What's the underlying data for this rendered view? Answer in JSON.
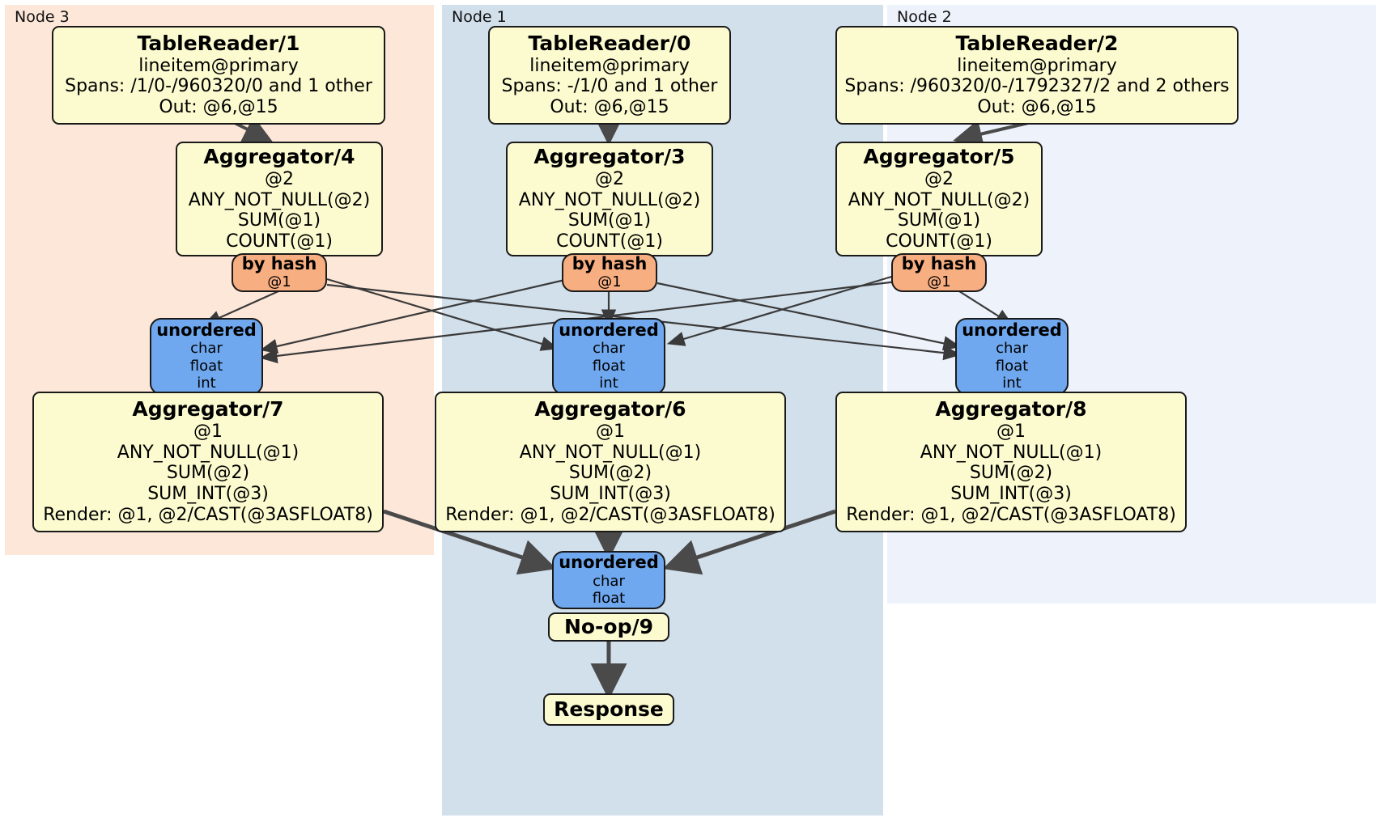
{
  "diagram": {
    "title": "Distributed SQL query physical plan",
    "colors": {
      "node3_bg": "#FDE7D9",
      "node1_bg": "#D2E0EC",
      "node2_bg": "#EDF2FB",
      "processor_fill": "#FCFBD0",
      "processor_stroke": "#1a1a1a",
      "hash_router_fill": "#F7AE81",
      "sync_router_fill": "#6FA8EF",
      "edge_stroke": "#4a4a4a"
    }
  },
  "clusters": [
    {
      "id": "node3",
      "label": "Node 3"
    },
    {
      "id": "node1",
      "label": "Node 1"
    },
    {
      "id": "node2",
      "label": "Node 2"
    }
  ],
  "processors": {
    "tablereader1": {
      "title": "TableReader/1",
      "lines": [
        "lineitem@primary",
        "Spans: /1/0-/960320/0 and 1 other",
        "Out: @6,@15"
      ]
    },
    "tablereader0": {
      "title": "TableReader/0",
      "lines": [
        "lineitem@primary",
        "Spans: -/1/0 and 1 other",
        "Out: @6,@15"
      ]
    },
    "tablereader2": {
      "title": "TableReader/2",
      "lines": [
        "lineitem@primary",
        "Spans: /960320/0-/1792327/2 and 2 others",
        "Out: @6,@15"
      ]
    },
    "aggregator4": {
      "title": "Aggregator/4",
      "lines": [
        "@2",
        "ANY_NOT_NULL(@2)",
        "SUM(@1)",
        "COUNT(@1)"
      ]
    },
    "aggregator3": {
      "title": "Aggregator/3",
      "lines": [
        "@2",
        "ANY_NOT_NULL(@2)",
        "SUM(@1)",
        "COUNT(@1)"
      ]
    },
    "aggregator5": {
      "title": "Aggregator/5",
      "lines": [
        "@2",
        "ANY_NOT_NULL(@2)",
        "SUM(@1)",
        "COUNT(@1)"
      ]
    },
    "aggregator7": {
      "title": "Aggregator/7",
      "lines": [
        "@1",
        "ANY_NOT_NULL(@1)",
        "SUM(@2)",
        "SUM_INT(@3)",
        "Render: @1, @2/CAST(@3ASFLOAT8)"
      ]
    },
    "aggregator6": {
      "title": "Aggregator/6",
      "lines": [
        "@1",
        "ANY_NOT_NULL(@1)",
        "SUM(@2)",
        "SUM_INT(@3)",
        "Render: @1, @2/CAST(@3ASFLOAT8)"
      ]
    },
    "aggregator8": {
      "title": "Aggregator/8",
      "lines": [
        "@1",
        "ANY_NOT_NULL(@1)",
        "SUM(@2)",
        "SUM_INT(@3)",
        "Render: @1, @2/CAST(@3ASFLOAT8)"
      ]
    },
    "noop9": {
      "title": "No-op/9",
      "lines": []
    },
    "response": {
      "title": "Response",
      "lines": []
    }
  },
  "routers": {
    "hash_left": {
      "title": "by hash",
      "lines": [
        "@1"
      ]
    },
    "hash_mid": {
      "title": "by hash",
      "lines": [
        "@1"
      ]
    },
    "hash_right": {
      "title": "by hash",
      "lines": [
        "@1"
      ]
    },
    "sync_left": {
      "title": "unordered",
      "lines": [
        "char",
        "float",
        "int"
      ]
    },
    "sync_mid": {
      "title": "unordered",
      "lines": [
        "char",
        "float",
        "int"
      ]
    },
    "sync_right": {
      "title": "unordered",
      "lines": [
        "char",
        "float",
        "int"
      ]
    },
    "sync_final": {
      "title": "unordered",
      "lines": [
        "char",
        "float"
      ]
    }
  }
}
